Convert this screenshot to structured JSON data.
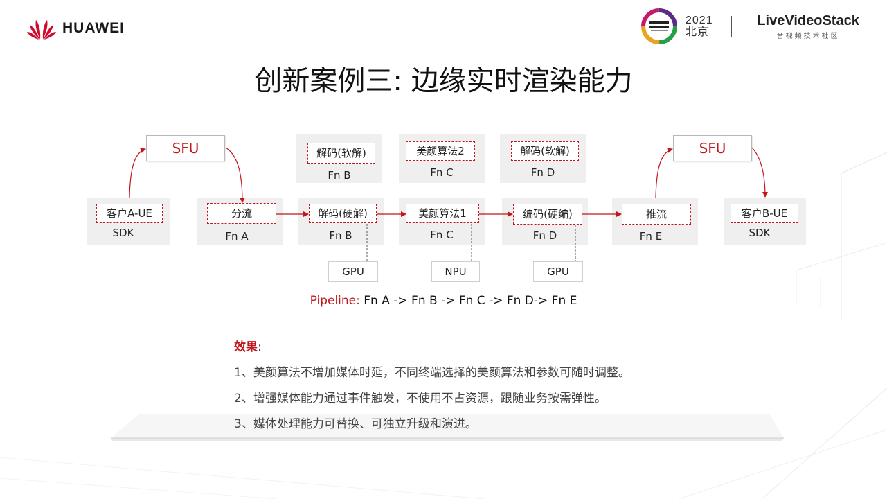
{
  "brand": {
    "name": "HUAWEI"
  },
  "conference": {
    "year": "2021",
    "city": "北京",
    "logo_name": "LiveVideoStack",
    "logo_sub": "音视频技术社区"
  },
  "title": "创新案例三: 边缘实时渲染能力",
  "nodes": {
    "client_a": {
      "inner": "客户A-UE",
      "label": "SDK"
    },
    "fn_a": {
      "inner": "分流",
      "label": "Fn A"
    },
    "fn_b": {
      "inner": "解码(硬解)",
      "label": "Fn B"
    },
    "fn_c": {
      "inner": "美颜算法1",
      "label": "Fn C"
    },
    "fn_d": {
      "inner": "编码(硬编)",
      "label": "Fn D"
    },
    "fn_e": {
      "inner": "推流",
      "label": "Fn E"
    },
    "client_b": {
      "inner": "客户B-UE",
      "label": "SDK"
    },
    "alt_b": {
      "inner": "解码(软解)",
      "label": "Fn B"
    },
    "alt_c": {
      "inner": "美颜算法2",
      "label": "Fn C"
    },
    "alt_d": {
      "inner": "解码(软解)",
      "label": "Fn D"
    }
  },
  "sfu": {
    "left": "SFU",
    "right": "SFU"
  },
  "hardware": {
    "b": "GPU",
    "c": "NPU",
    "d": "GPU"
  },
  "pipeline": {
    "prefix": "Pipeline:",
    "text": " Fn A -> Fn B -> Fn C -> Fn D-> Fn E"
  },
  "effects": {
    "heading": "效果",
    "colon": ":",
    "items": [
      "1、美颜算法不增加媒体时延，不同终端选择的美颜算法和参数可随时调整。",
      "2、增强媒体能力通过事件触发，不使用不占资源，跟随业务按需弹性。",
      "3、媒体处理能力可替换、可独立升级和演进。"
    ]
  },
  "colors": {
    "accent": "#c0161c",
    "box_bg": "#efefef"
  }
}
